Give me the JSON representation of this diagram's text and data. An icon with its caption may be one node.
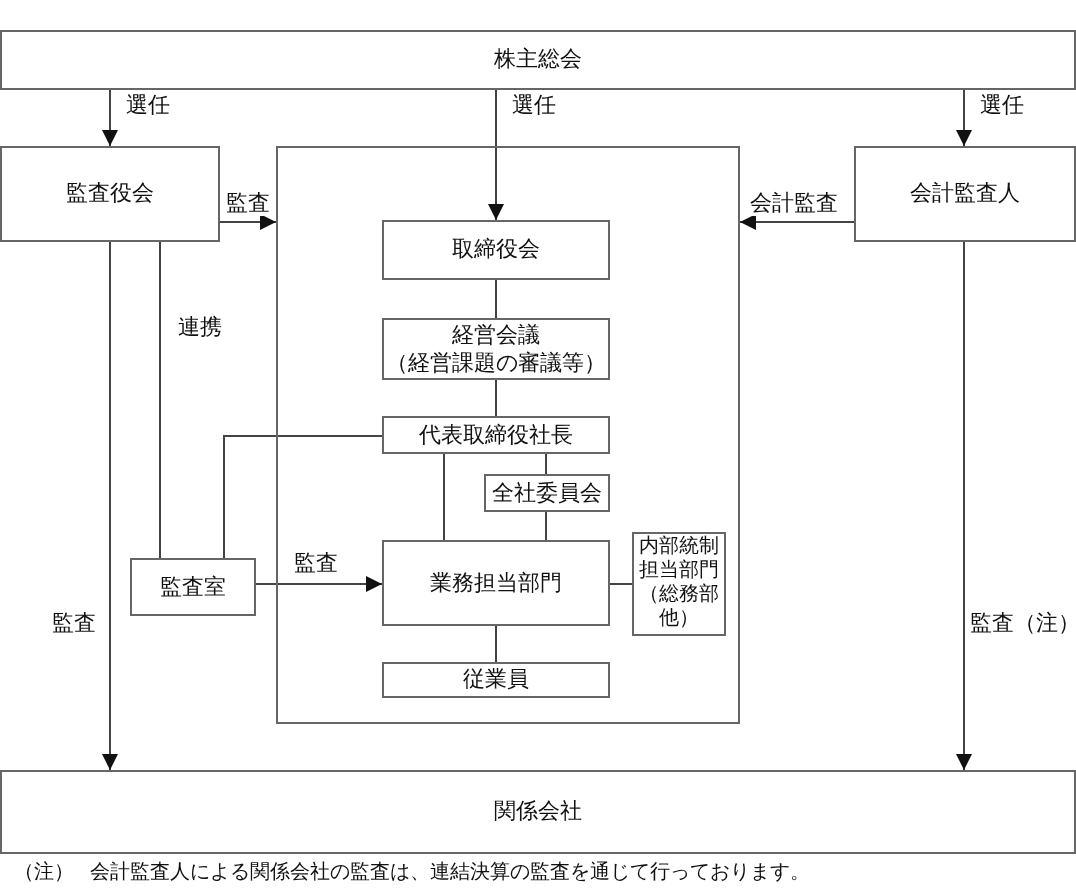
{
  "diagram": {
    "nodes": [
      {
        "text": [
          "株主総会"
        ]
      },
      {
        "text": [
          "監査役会"
        ]
      },
      {
        "text": [],
        "shape": "box"
      },
      {
        "text": [
          "取締役会"
        ],
        "in": 2
      },
      {
        "text": [
          "経営会議",
          "（経営課題の審議等）"
        ],
        "in": 2
      },
      {
        "text": [
          "代表取締役社長"
        ],
        "in": 2
      },
      {
        "text": [
          "全社委員会"
        ],
        "in": 2
      },
      {
        "text": [
          "業務担当部門"
        ],
        "in": 2
      },
      {
        "text": [
          "内部統制担当部門（総務部他）"
        ],
        "in": 2
      },
      {
        "text": [
          "従業員"
        ],
        "in": 2
      },
      {
        "text": [
          "監査室"
        ]
      },
      {
        "text": [
          "会計監査人"
        ]
      },
      {
        "text": [
          "関係会社"
        ]
      }
    ],
    "edges": [
      {
        "from": 0,
        "to": 1,
        "arrow": "to",
        "label": "選任"
      },
      {
        "from": 0,
        "to": 3,
        "arrow": "to",
        "label": "選任"
      },
      {
        "from": 0,
        "to": 11,
        "arrow": "to",
        "label": "選任"
      },
      {
        "from": 1,
        "to": 2,
        "arrow": "to",
        "label": "監査"
      },
      {
        "from": 11,
        "to": 2,
        "arrow": "to",
        "label": "会計監査"
      },
      {
        "from": 1,
        "to": 10,
        "arrow": "none",
        "label": "連携"
      },
      {
        "from": 5,
        "to": 10,
        "arrow": "none"
      },
      {
        "from": 1,
        "to": 12,
        "arrow": "to",
        "label": "監査"
      },
      {
        "from": 11,
        "to": 12,
        "arrow": "to",
        "label": "監査（注）"
      },
      {
        "from": 10,
        "to": 7,
        "arrow": "to",
        "label": "監査"
      },
      {
        "from": 3,
        "to": 4,
        "arrow": "none"
      },
      {
        "from": 4,
        "to": 5,
        "arrow": "none"
      },
      {
        "from": 5,
        "to": 7,
        "arrow": "none"
      },
      {
        "from": 5,
        "to": 6,
        "arrow": "none"
      },
      {
        "from": 6,
        "to": 7,
        "arrow": "none"
      },
      {
        "from": 7,
        "to": 8,
        "arrow": "none"
      },
      {
        "from": 7,
        "to": 9,
        "arrow": "none"
      }
    ],
    "labels": [
      "（注）",
      "会計監査人による関係会社の監査は、連結決算の監査を通じて行っております。"
    ]
  }
}
